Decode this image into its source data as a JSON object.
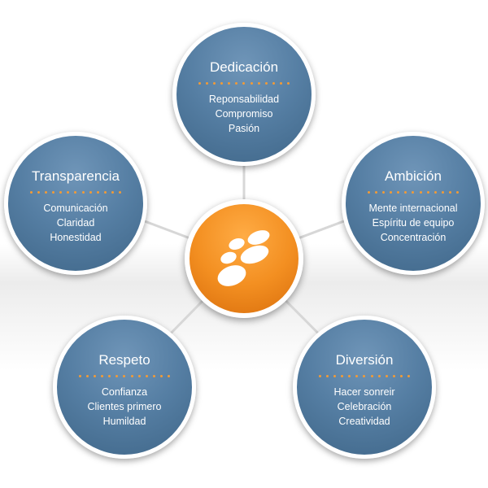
{
  "center": {
    "logo_icon": "orange-bubble-logo-icon",
    "accent_color": "#f39325"
  },
  "nodes": [
    {
      "title": "Dedicación",
      "items": [
        "Reponsabilidad",
        "Compromiso",
        "Pasión"
      ]
    },
    {
      "title": "Transparencia",
      "items": [
        "Comunicación",
        "Claridad",
        "Honestidad"
      ]
    },
    {
      "title": "Ambición",
      "items": [
        "Mente internacional",
        "Espíritu de equipo",
        "Concentración"
      ]
    },
    {
      "title": "Respeto",
      "items": [
        "Confianza",
        "Clientes primero",
        "Humildad"
      ]
    },
    {
      "title": "Diversión",
      "items": [
        "Hacer sonreir",
        "Celebración",
        "Creatividad"
      ]
    }
  ],
  "colors": {
    "node_blue": "#557ea3",
    "node_blue_dark": "#3f6688",
    "dot_orange": "#f29b36",
    "connector": "#d7d7d7"
  }
}
